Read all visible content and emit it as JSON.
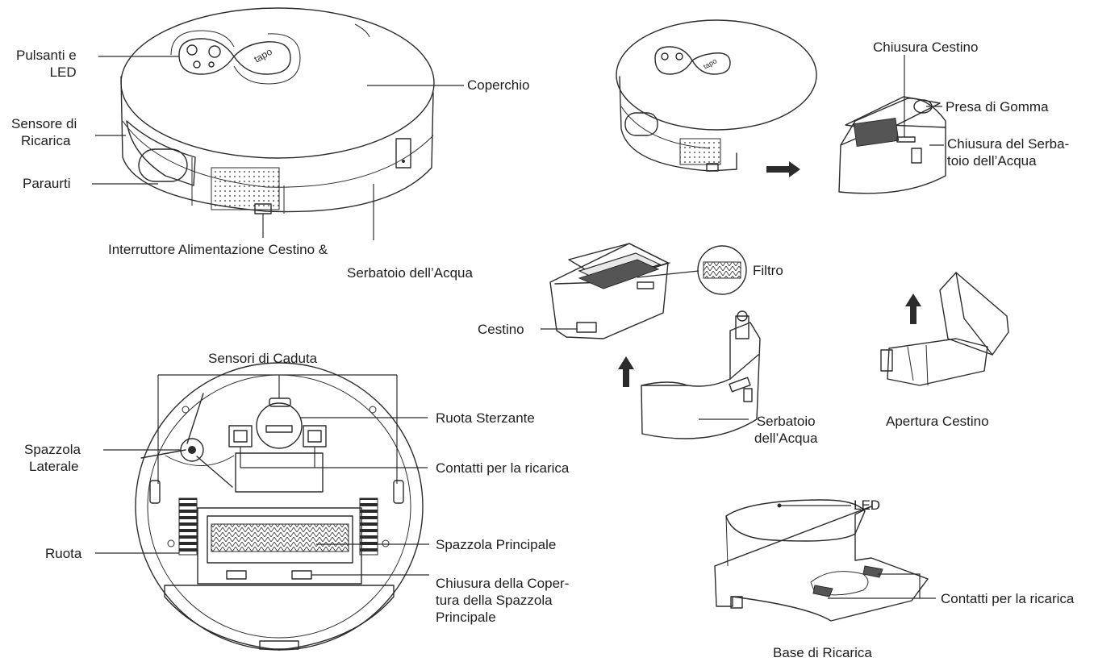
{
  "labels": {
    "pulsanti": [
      "Pulsanti e",
      "LED"
    ],
    "coperchio": [
      "Coperchio"
    ],
    "sensore_ricarica": [
      "Sensore di",
      "Ricarica"
    ],
    "paraurti": [
      "Paraurti"
    ],
    "interruttore": [
      "Interruttore Alimentazione Cestino &"
    ],
    "serbatoio_top": [
      "Serbatoio dell’Acqua"
    ],
    "chiusura_cestino": [
      "Chiusura Cestino"
    ],
    "presa_gomma": [
      "Presa di Gomma"
    ],
    "chiusura_serbatoio": [
      "Chiusura del Serba-",
      "toio dell’Acqua"
    ],
    "filtro": [
      "Filtro"
    ],
    "cestino": [
      "Cestino"
    ],
    "serbatoio_mid": [
      "Serbatoio",
      "dell’Acqua"
    ],
    "apertura_cestino": [
      "Apertura Cestino"
    ],
    "sensori_caduta": [
      "Sensori di Caduta"
    ],
    "ruota_sterzante": [
      "Ruota Sterzante"
    ],
    "spazzola_laterale": [
      "Spazzola",
      "Laterale"
    ],
    "contatti_robot": [
      "Contatti per la ricarica"
    ],
    "ruota": [
      "Ruota"
    ],
    "spazzola_principale": [
      "Spazzola Principale"
    ],
    "chiusura_copertura": [
      "Chiusura della Coper-",
      "tura della Spazzola",
      "Principale"
    ],
    "led_base": [
      "LED"
    ],
    "contatti_base": [
      "Contatti per la ricarica"
    ],
    "base_ricarica": [
      "Base di Ricarica"
    ]
  },
  "logo_text": "tapo",
  "colors": {
    "ink": "#2b2b2b",
    "background": "#ffffff",
    "shade": "#e8e8e8"
  }
}
